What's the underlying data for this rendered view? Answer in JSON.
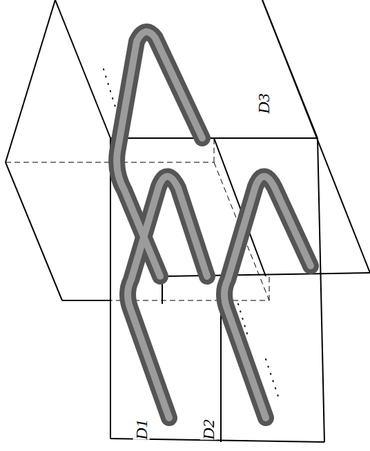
{
  "diagram": {
    "labels": [
      "D3",
      "D1",
      "D2"
    ]
  }
}
